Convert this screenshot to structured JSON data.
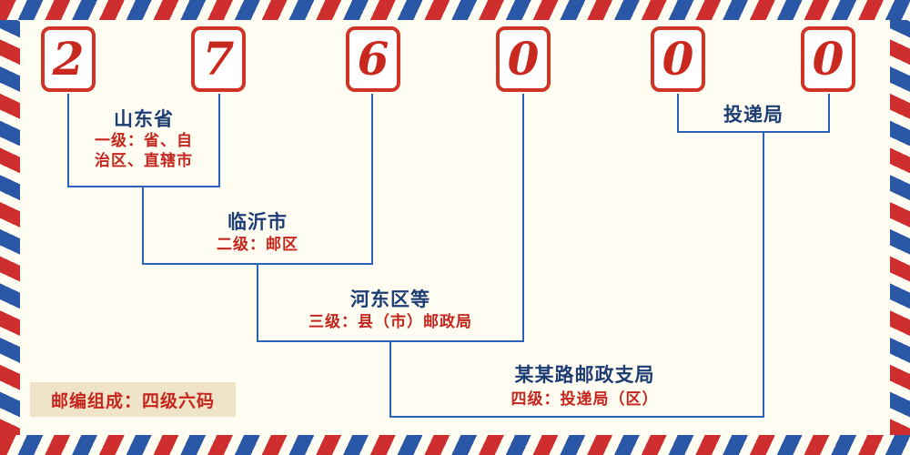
{
  "postal_code": {
    "digits": [
      "2",
      "7",
      "6",
      "0",
      "0",
      "0"
    ]
  },
  "levels": {
    "level1": {
      "name": "山东省",
      "desc_line1": "一级：省、自",
      "desc_line2": "治区、直辖市"
    },
    "level2": {
      "name": "临沂市",
      "desc": "二级：邮区"
    },
    "level3": {
      "name": "河东区等",
      "desc": "三级：县（市）邮政局"
    },
    "level4": {
      "name": "某某路邮政支局",
      "desc": "四级：投递局（区）"
    },
    "delivery": {
      "name": "投递局"
    }
  },
  "footer": {
    "text": "邮编组成：四级六码"
  },
  "colors": {
    "digit_red": "#c9281e",
    "line_blue": "#2a62b8",
    "name_navy": "#1c3c74",
    "desc_red": "#c5251c",
    "stripe_red": "#cf2e2e",
    "stripe_blue": "#2b57a7",
    "note_bg": "#f0e4c8",
    "background": "#fffdf2"
  }
}
